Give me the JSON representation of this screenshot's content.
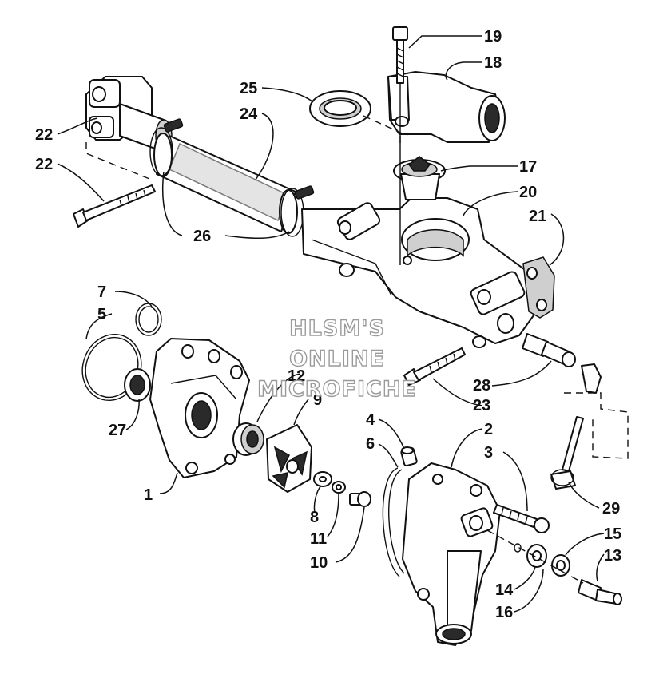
{
  "watermark": {
    "line1": "HLSM'S",
    "line2": "ONLINE",
    "line3": "MICROFICHE"
  },
  "callouts": [
    "1",
    "2",
    "3",
    "4",
    "5",
    "6",
    "7",
    "8",
    "9",
    "10",
    "11",
    "12",
    "13",
    "14",
    "15",
    "16",
    "17",
    "18",
    "19",
    "20",
    "21",
    "22",
    "22",
    "23",
    "24",
    "25",
    "26",
    "27",
    "28",
    "29"
  ]
}
